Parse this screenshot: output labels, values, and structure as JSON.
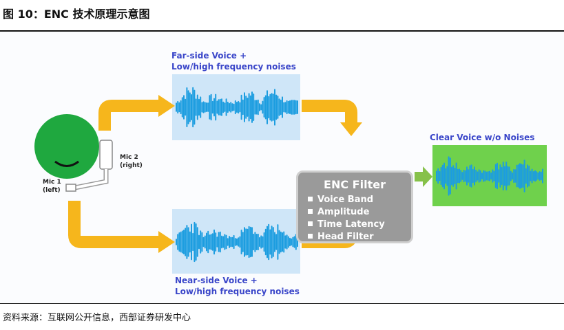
{
  "caption": {
    "title": "图 10：ENC 技术原理示意图",
    "source": "资料来源：互联网公开信息，西部证券研发中心"
  },
  "diagram": {
    "far_label_1": "Far-side Voice +",
    "far_label_2": "Low/high frequency noises",
    "near_label_1": "Near-side Voice +",
    "near_label_2": "Low/high frequency noises",
    "clear_label": "Clear Voice w/o Noises",
    "mic2_label_1": "Mic 2",
    "mic2_label_2": "(right)",
    "mic1_label_1": "Mic 1",
    "mic1_label_2": "(left)",
    "enc_title": "ENC Filter",
    "enc_items": [
      "Voice Band",
      "Amplitude",
      "Time Latency",
      "Head Filter"
    ]
  },
  "colors": {
    "head_green": "#1fa83f",
    "arrow_orange": "#f6b61c",
    "wave_blue": "#1c9de0",
    "far_panel": "#cfe6f8",
    "clear_panel": "#6fd14c",
    "enc_gray": "#9a9a9a"
  }
}
